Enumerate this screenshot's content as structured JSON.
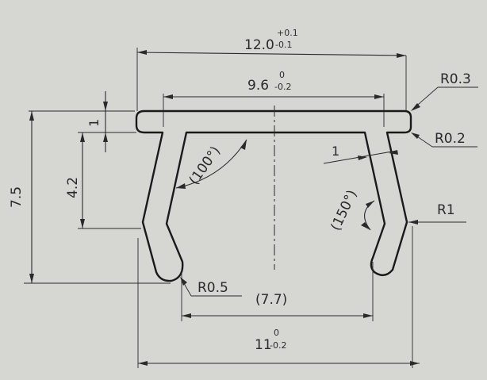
{
  "dimensions": {
    "overall_width": {
      "nominal": "12.0",
      "upper": "+0.1",
      "lower": "-0.1"
    },
    "inner_width": {
      "nominal": "9.6",
      "upper": "0",
      "lower": "-0.2"
    },
    "base_width": {
      "nominal": "11",
      "upper": "0",
      "lower": "-0.2"
    },
    "foot_span": "(7.7)",
    "overall_height": "7.5",
    "flange_height": "4.2",
    "flange_thickness": "1",
    "wall_thickness": "1",
    "angle_inner": "(100°)",
    "angle_outer": "(150°)"
  },
  "radii": {
    "top_corner": "R0.3",
    "inner_corner": "R0.2",
    "outer_bend": "R1",
    "foot_tip": "R0.5"
  },
  "colors": {
    "paper": "#d6d6d3",
    "ink": "#1a1a1a"
  }
}
